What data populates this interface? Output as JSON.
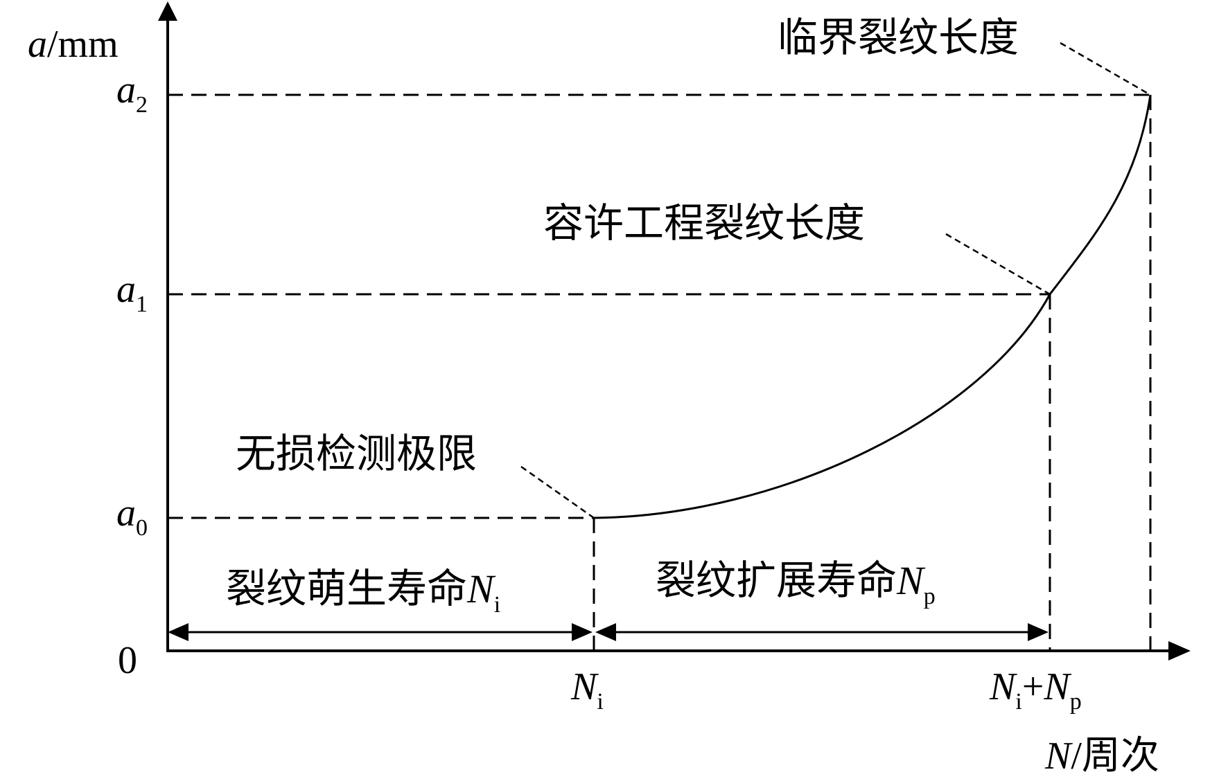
{
  "colors": {
    "ink": "#000000",
    "background": "#ffffff"
  },
  "y_axis": {
    "label_var": "a",
    "label_unit": "/mm",
    "ticks": [
      {
        "id": "a0",
        "var": "a",
        "sub": "0"
      },
      {
        "id": "a1",
        "var": "a",
        "sub": "1"
      },
      {
        "id": "a2",
        "var": "a",
        "sub": "2"
      }
    ]
  },
  "x_axis": {
    "origin": "0",
    "label_var": "N",
    "label_unit": "/周次",
    "ticks": [
      {
        "id": "ni",
        "var": "N",
        "sub": "i"
      },
      {
        "id": "nip",
        "var1": "N",
        "sub1": "i",
        "plus": "+",
        "var2": "N",
        "sub2": "p"
      }
    ]
  },
  "annotations": {
    "critical": "临界裂纹长度",
    "allowable": "容许工程裂纹长度",
    "ndt_limit": "无损检测极限"
  },
  "intervals": {
    "initiation": {
      "text": "裂纹萌生寿命",
      "var": "N",
      "sub": "i"
    },
    "propagation": {
      "text": "裂纹扩展寿命",
      "var": "N",
      "sub": "p"
    }
  }
}
